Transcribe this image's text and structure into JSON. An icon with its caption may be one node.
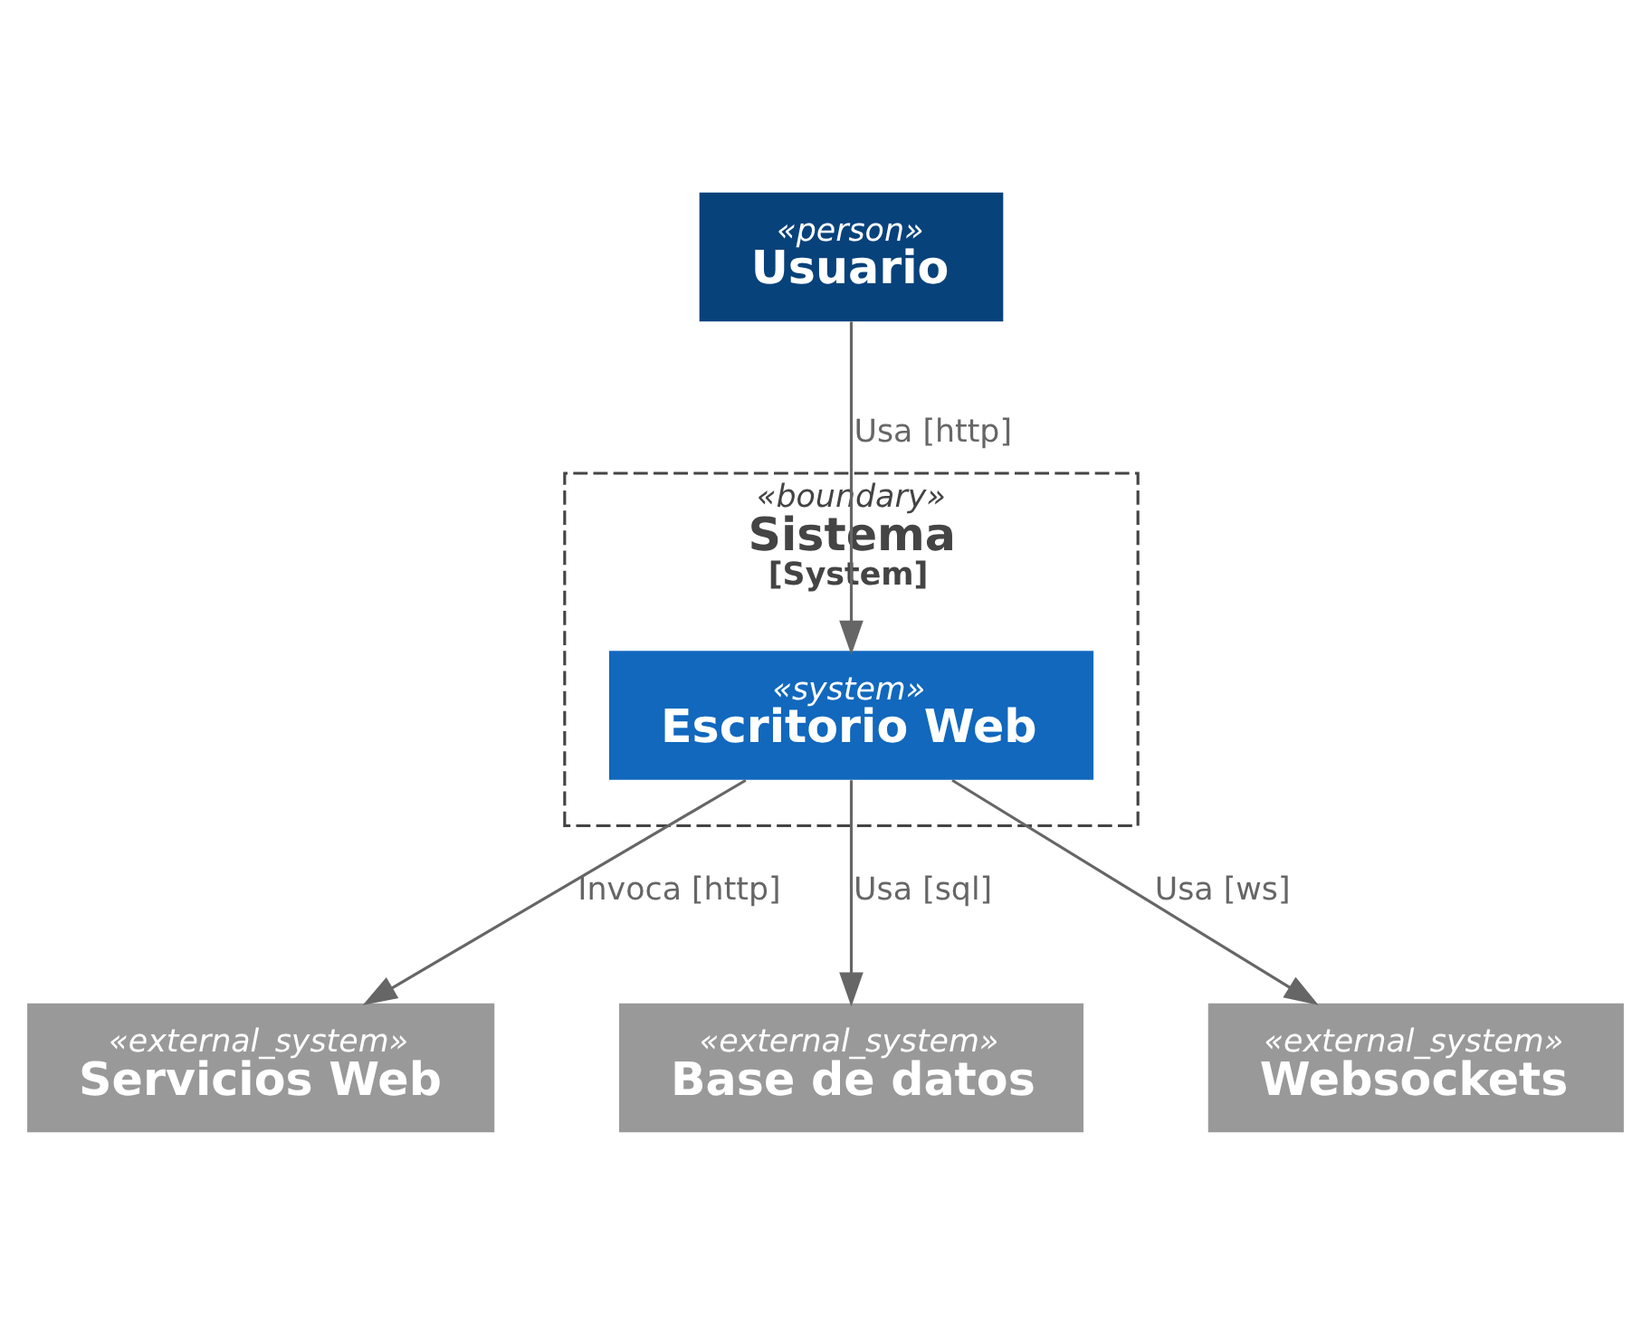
{
  "diagram": {
    "nodes": [
      {
        "text": [
          "«person»",
          "Usuario"
        ]
      },
      {
        "text": [
          "«boundary»",
          "Sistema",
          "[System]"
        ]
      },
      {
        "text": [
          "«system»",
          "Escritorio Web"
        ],
        "in": 1
      },
      {
        "text": [
          "«external_system»",
          "Servicios Web"
        ]
      },
      {
        "text": [
          "«external_system»",
          "Base de datos"
        ]
      },
      {
        "text": [
          "«external_system»",
          "Websockets"
        ]
      }
    ],
    "edges": [
      {
        "from": 0,
        "to": 2,
        "arrow": "to",
        "label": "Usa [http]"
      },
      {
        "from": 2,
        "to": 3,
        "arrow": "to",
        "label": "Invoca [http]"
      },
      {
        "from": 2,
        "to": 4,
        "arrow": "to",
        "label": "Usa [sql]"
      },
      {
        "from": 2,
        "to": 5,
        "arrow": "to",
        "label": "Usa [ws]"
      }
    ]
  }
}
